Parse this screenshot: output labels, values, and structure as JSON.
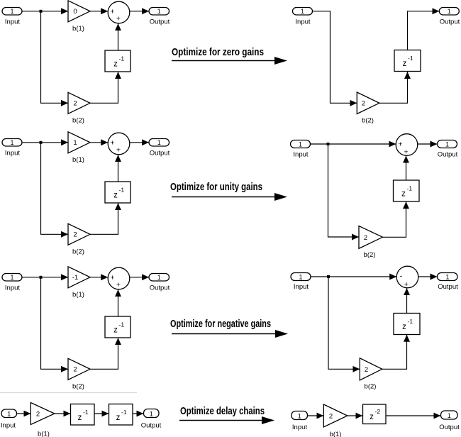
{
  "labels": {
    "input": "Input",
    "output": "Output",
    "port_value": "1",
    "b1": "b(1)",
    "b2": "b(2)",
    "z": "z",
    "exp_minus_1": "-1",
    "exp_minus_2": "-2",
    "plus": "+",
    "minus": "-"
  },
  "rows": [
    {
      "caption": "Optimize for zero gains",
      "left": {
        "b1_gain": "0",
        "b2_gain": "2"
      },
      "right": {
        "b2_gain": "2"
      }
    },
    {
      "caption": "Optimize for unity gains",
      "left": {
        "b1_gain": "1",
        "b2_gain": "2"
      },
      "right": {
        "b2_gain": "2"
      }
    },
    {
      "caption": "Optimize for negative gains",
      "left": {
        "b1_gain": "-1",
        "b2_gain": "2"
      },
      "right": {
        "b2_gain": "2"
      }
    },
    {
      "caption": "Optimize delay chains",
      "left": {
        "b1_gain": "2"
      },
      "right": {
        "b1_gain": "2"
      }
    }
  ],
  "colors": {
    "ink": "#000000",
    "background": "#ffffff",
    "separator": "#d9d9d9"
  }
}
